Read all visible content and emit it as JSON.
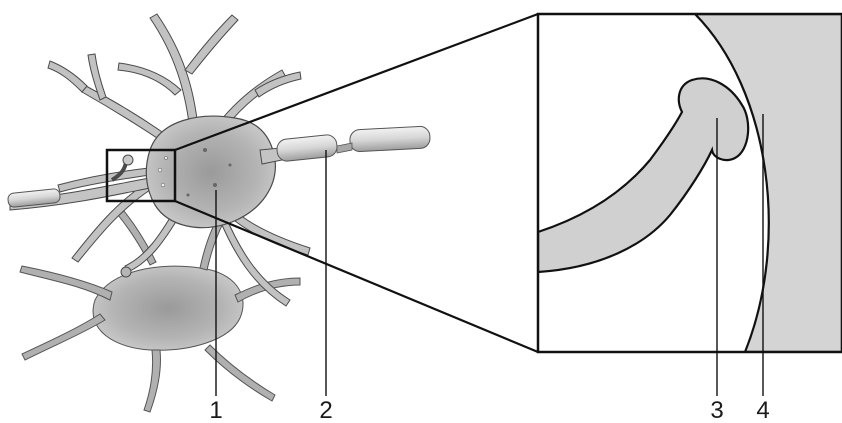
{
  "figure": {
    "labels": [
      {
        "id": "label-1",
        "text": "1"
      },
      {
        "id": "label-2",
        "text": "2"
      },
      {
        "id": "label-3",
        "text": "3"
      },
      {
        "id": "label-4",
        "text": "4"
      }
    ],
    "colors": {
      "line": "#1a1a1a",
      "cell_fill": "#b9b9b9",
      "cell_shade": "#8f8f8f",
      "zoom_background": "#d4d4d4",
      "zoom_process": "#d0d0d0",
      "myelin": "#d8d8d8"
    }
  }
}
